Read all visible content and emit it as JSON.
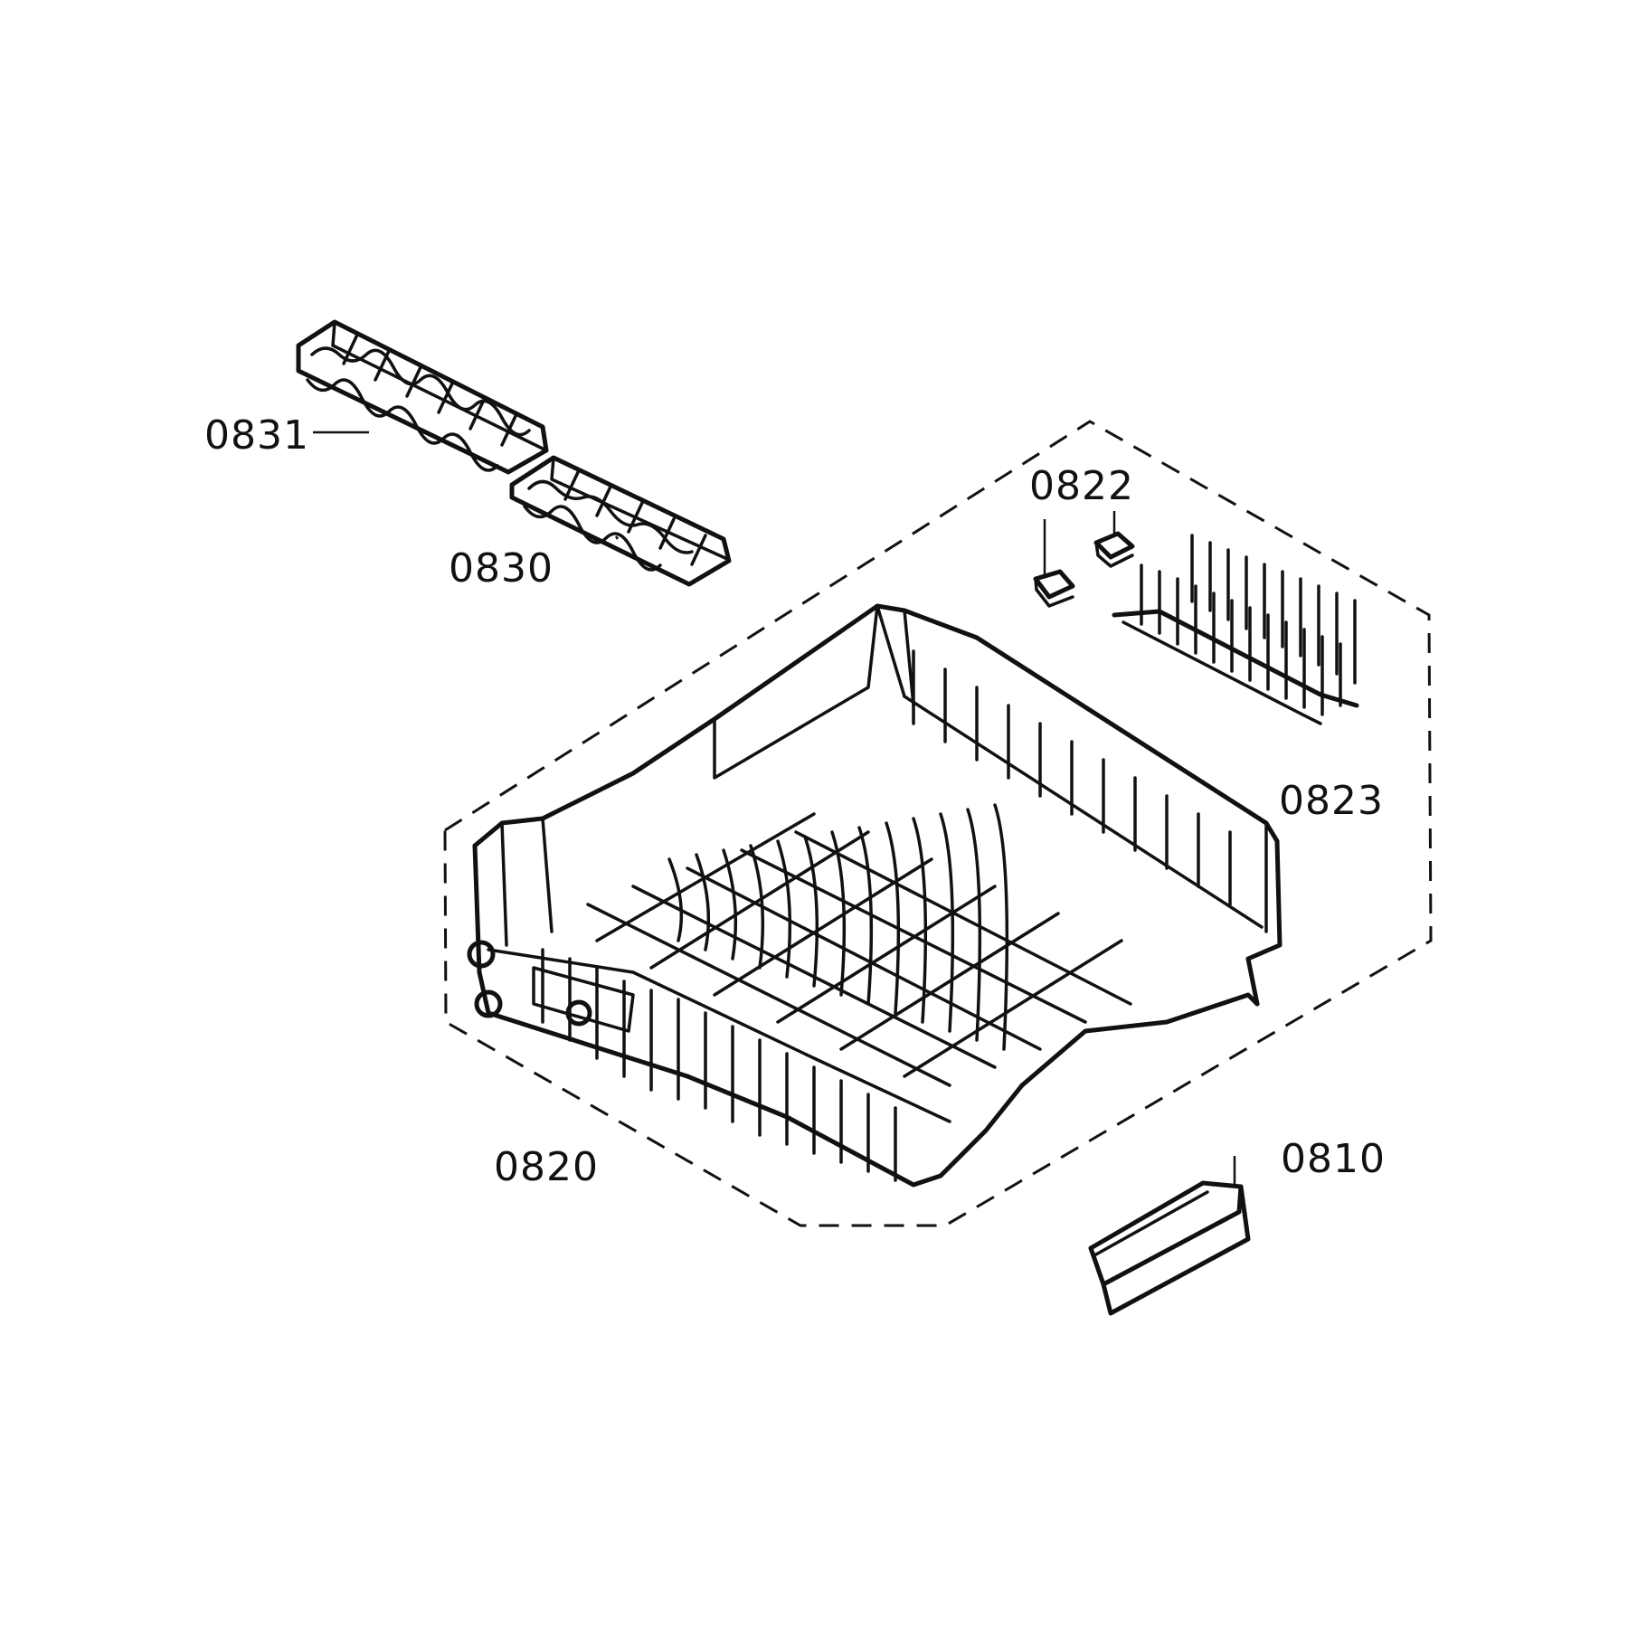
{
  "diagram": {
    "colors": {
      "ink": "#111111",
      "background": "#ffffff"
    },
    "parts": [
      {
        "id": "0831",
        "label": "0831",
        "name": "cutlery-rack-half-left"
      },
      {
        "id": "0830",
        "label": "0830",
        "name": "cutlery-rack-half-right"
      },
      {
        "id": "0822",
        "label": "0822",
        "name": "rack-clips"
      },
      {
        "id": "0823",
        "label": "0823",
        "name": "folding-tine-row"
      },
      {
        "id": "0820",
        "label": "0820",
        "name": "upper-dish-rack"
      },
      {
        "id": "0810",
        "label": "0810",
        "name": "utility-tray"
      }
    ]
  }
}
